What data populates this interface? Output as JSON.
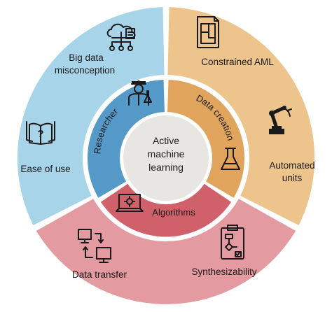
{
  "center": {
    "line1": "Active",
    "line2": "machine",
    "line3": "learning"
  },
  "inner_ring": {
    "researcher": "Researcher",
    "data_creation": "Data creation",
    "algorithms": "Algorithms"
  },
  "outer_ring": {
    "big_data_line1": "Big data",
    "big_data_line2": "misconception",
    "ease_of_use": "Ease of use",
    "constrained_aml": "Constrained AML",
    "automated_line1": "Automated",
    "automated_line2": "units",
    "data_transfer": "Data transfer",
    "synthesizability": "Synthesizability"
  },
  "icons": {
    "big_data": "cloud-network-icon",
    "ease_of_use": "book-question-icon",
    "constrained_aml": "blueprint-document-icon",
    "automated_units": "robot-arm-icon",
    "data_transfer": "computer-transfer-icon",
    "synthesizability": "clipboard-flowchart-icon",
    "researcher": "scientist-icon",
    "data_creation": "flask-icon",
    "algorithms": "laptop-gear-icon"
  },
  "colors": {
    "blue_outer": "#a8d4ea",
    "orange_outer": "#ecc48c",
    "pink_outer": "#e39aa0",
    "blue_inner": "#5599c8",
    "orange_inner": "#e0a45c",
    "red_inner": "#d0606a",
    "center": "#e8e6e3"
  }
}
